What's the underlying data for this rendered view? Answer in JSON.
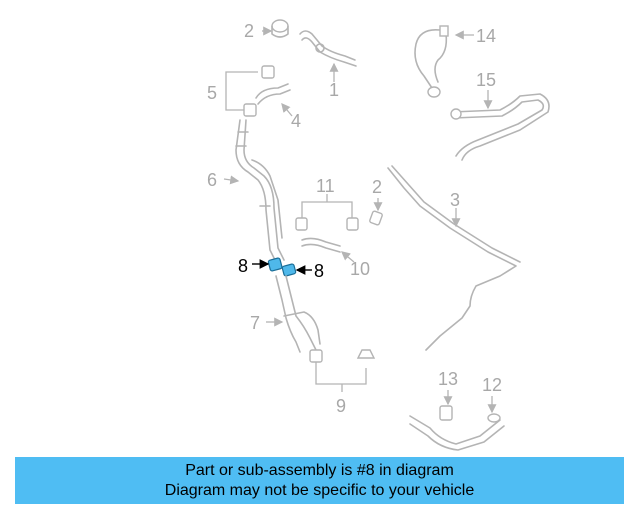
{
  "diagram": {
    "callouts": {
      "c1": "1",
      "c2a": "2",
      "c2b": "2",
      "c3": "3",
      "c4": "4",
      "c5": "5",
      "c6": "6",
      "c7": "7",
      "c8a": "8",
      "c8b": "8",
      "c9": "9",
      "c10": "10",
      "c11": "11",
      "c12": "12",
      "c13": "13",
      "c14": "14",
      "c15": "15"
    },
    "colors": {
      "highlight": "#4fb8ea",
      "parts": "#b4b4b4",
      "banner": "#4fbdf3"
    }
  },
  "banner": {
    "line1": "Part or sub-assembly is #8 in diagram",
    "line2": "Diagram may not be specific to your vehicle"
  }
}
